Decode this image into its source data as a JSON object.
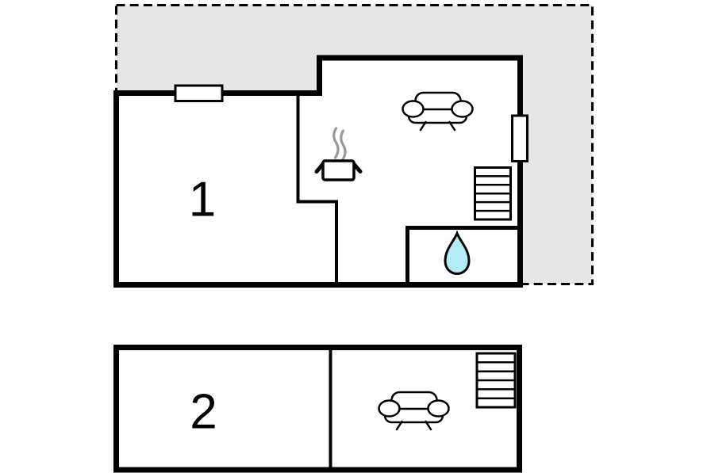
{
  "floor_plan": {
    "floors": [
      {
        "label": "1",
        "icons": [
          "terrace-dashed-area",
          "window-top",
          "window-right",
          "stove-pot-with-steam",
          "sofa",
          "staircase",
          "water-drop"
        ]
      },
      {
        "label": "2",
        "icons": [
          "sofa",
          "staircase"
        ]
      }
    ],
    "colors": {
      "wall_stroke": "#000000",
      "room_fill": "#ffffff",
      "terrace_fill": "#e6e6e6",
      "water_drop_fill": "#b3ecf6",
      "steam_stroke": "#999999"
    }
  }
}
